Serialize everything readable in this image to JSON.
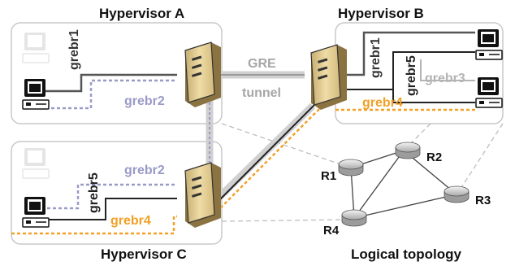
{
  "hypervisors": {
    "a": {
      "title": "Hypervisor A"
    },
    "b": {
      "title": "Hypervisor B"
    },
    "c": {
      "title": "Hypervisor C"
    }
  },
  "tunnel": {
    "label_top": "GRE",
    "label_bottom": "tunnel"
  },
  "bridges": {
    "a_grebr1": "grebr1",
    "a_grebr2": "grebr2",
    "b_grebr1": "grebr1",
    "b_grebr5": "grebr5",
    "b_grebr3": "grebr3",
    "b_grebr4": "grebr4",
    "c_grebr2": "grebr2",
    "c_grebr5": "grebr5",
    "c_grebr4": "grebr4"
  },
  "routers": {
    "r1": "R1",
    "r2": "R2",
    "r3": "R3",
    "r4": "R4"
  },
  "logical": {
    "title": "Logical topology"
  },
  "colors": {
    "black_bridge": "#222222",
    "purple_bridge": "#9a9ac8",
    "orange_bridge": "#f2a026",
    "gray_bridge": "#b4b4b4",
    "server_tan": "#e6cf95",
    "panel_border": "#c8c8c8"
  }
}
